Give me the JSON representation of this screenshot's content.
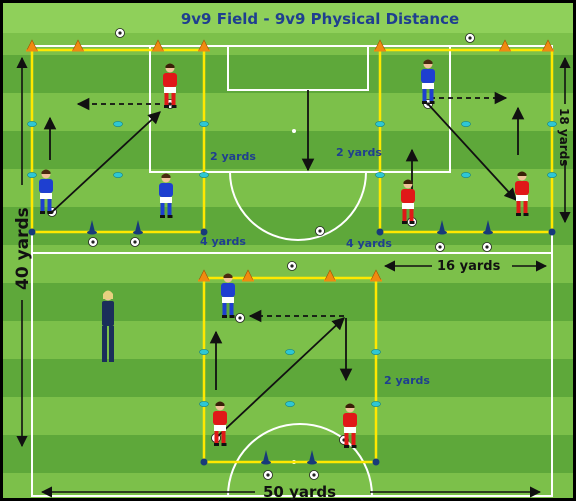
{
  "diagram": {
    "title": "9v9 Field - 9v9 Physical Distance",
    "labels": {
      "forty_yards": "40 yards",
      "fifty_yards": "50 yards",
      "sixteen_yards": "16 yards",
      "eighteen_yards": "18 yards",
      "two_yards_a": "2 yards",
      "two_yards_b": "2 yards",
      "two_yards_c": "2 yards",
      "four_yards_a": "4 yards",
      "four_yards_b": "4 yards"
    },
    "colors": {
      "grass_light": "#7cc04a",
      "grass_dark": "#5ea83a",
      "title_bar": "#8fd05a",
      "title_text": "#1f3f8f",
      "grid_line": "#ffe800",
      "field_line": "#ffffff",
      "blue_kit": "#1e3fd0",
      "red_kit": "#e01818",
      "cone": "#f08a10"
    },
    "icons": {
      "player_blue": "player-blue-icon",
      "player_red": "player-red-icon",
      "coach": "coach-icon",
      "ball": "ball-icon",
      "cone": "cone-icon",
      "marker": "disc-marker-icon"
    }
  }
}
